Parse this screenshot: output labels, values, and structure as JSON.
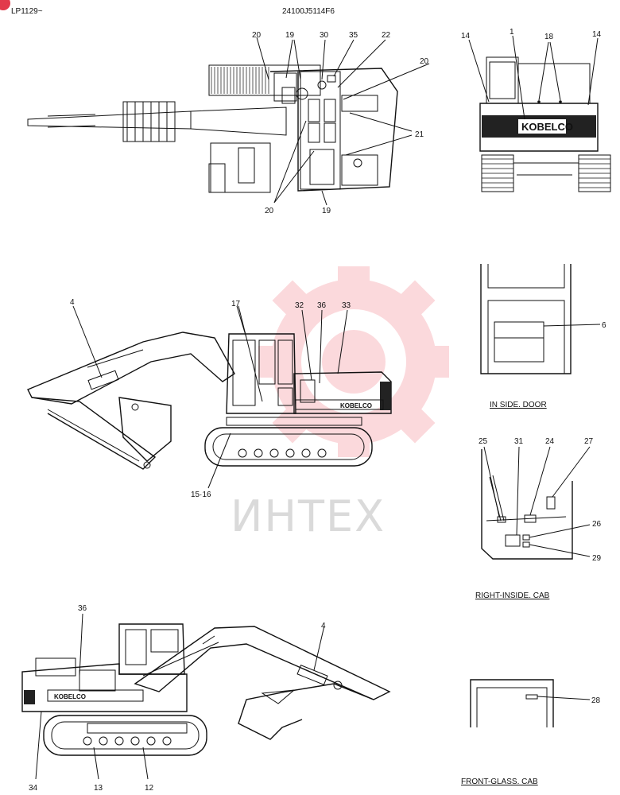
{
  "header": {
    "corner_code": "LP1129~",
    "drawing_number": "24100J5114F6"
  },
  "watermark": {
    "text": "ИНТЕХ"
  },
  "brand": {
    "logo_text": "KOBELCO",
    "accent_color": "#f27a86"
  },
  "views": {
    "top_view": {
      "labels": [
        "20",
        "19",
        "30",
        "35",
        "22",
        "20",
        "21",
        "20",
        "19"
      ]
    },
    "rear_view": {
      "labels": [
        "14",
        "1",
        "18",
        "14"
      ]
    },
    "side_view_left": {
      "labels": [
        "4",
        "17",
        "32",
        "36",
        "33",
        "15·16"
      ]
    },
    "side_view_right": {
      "labels": [
        "36",
        "4",
        "34",
        "13",
        "12"
      ]
    },
    "inside_door": {
      "caption": "IN SIDE. DOOR",
      "labels": [
        "6"
      ]
    },
    "right_inside_cab": {
      "caption": "RIGHT-INSIDE. CAB",
      "labels": [
        "25",
        "31",
        "24",
        "27",
        "26",
        "29"
      ]
    },
    "front_glass_cab": {
      "caption": "FRONT-GLASS. CAB",
      "labels": [
        "28"
      ]
    }
  }
}
